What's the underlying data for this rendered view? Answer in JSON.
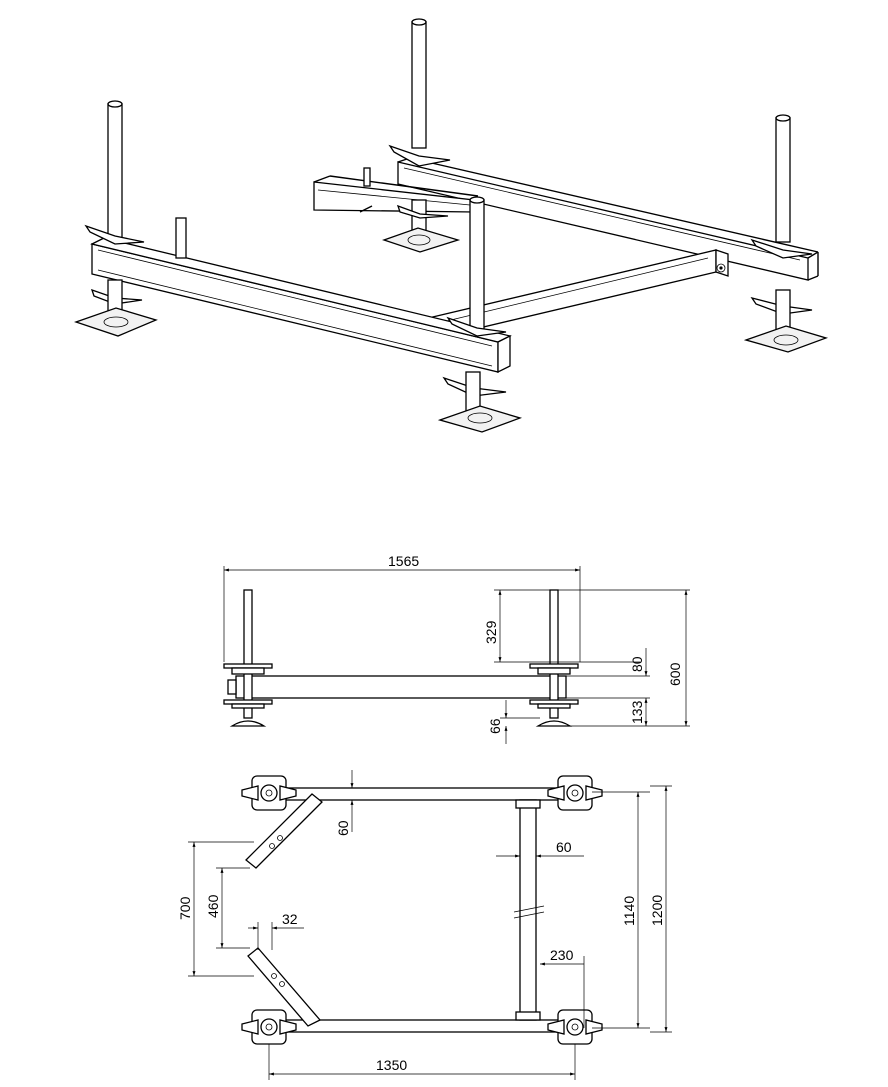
{
  "figure": {
    "dimensions": {
      "side_length": "1565",
      "side_post_height": "329",
      "side_beam_height": "80",
      "side_total_height": "600",
      "side_lower": "133",
      "side_foot": "66",
      "top_tube": "60",
      "top_crossbar_width": "60",
      "top_inner_width": "1140",
      "top_outer_width": "1200",
      "top_brace_span_outer": "700",
      "top_brace_span_inner": "460",
      "top_tube_diameter": "32",
      "top_offset": "230",
      "top_length": "1350"
    }
  }
}
